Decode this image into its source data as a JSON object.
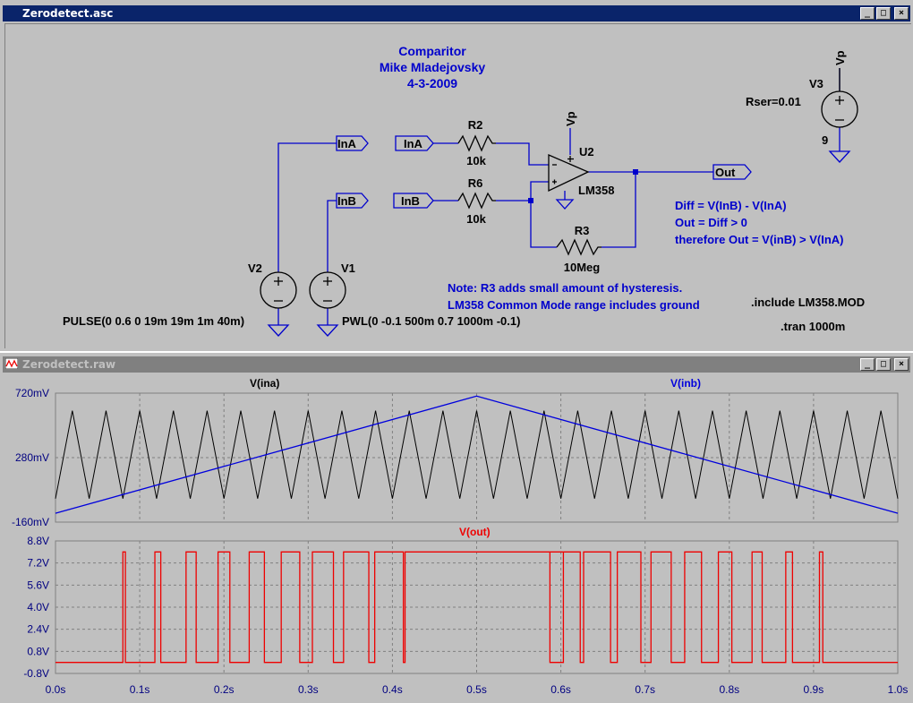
{
  "schematic_window": {
    "title": "Zerodetect.asc",
    "buttons": {
      "minimize": "_",
      "restore": "□",
      "close": "×"
    },
    "header": {
      "line1": "Comparitor",
      "line2": "Mike Mladejovsky",
      "line3": "4-3-2009"
    },
    "labels": {
      "flag_ina_left": "InA",
      "flag_inb_left": "InB",
      "flag_ina_right": "InA",
      "flag_inb_right": "InB",
      "flag_out": "Out",
      "r2": "R2",
      "r2_val": "10k",
      "r6": "R6",
      "r6_val": "10k",
      "r3": "R3",
      "r3_val": "10Meg",
      "u2": "U2",
      "u2_val": "LM358",
      "vp_op": "Vp",
      "vp_v3": "Vp",
      "v3": "V3",
      "v3_rser": "Rser=0.01",
      "v3_val": "9",
      "v2": "V2",
      "v1": "V1",
      "v2_spec": "PULSE(0 0.6 0 19m 19m 1m 40m)",
      "v1_spec": "PWL(0 -0.1 500m 0.7 1000m -0.1)",
      "diff1": "Diff = V(InB) - V(InA)",
      "diff2": "Out = Diff > 0",
      "diff3": "therefore Out = V(inB) > V(InA)",
      "note1": "Note: R3 adds small amount of hysteresis.",
      "note2": "LM358 Common Mode range includes ground",
      "include": ".include LM358.MOD",
      "tran": ".tran 1000m"
    }
  },
  "waveform_window": {
    "title": "Zerodetect.raw",
    "buttons": {
      "minimize": "_",
      "restore": "□",
      "close": "×"
    }
  },
  "colors": {
    "schematic_blue": "#0000cc",
    "trace_ina": "#000000",
    "trace_inb": "#0000dd",
    "trace_out": "#ee0000",
    "text_navy": "#000080"
  },
  "chart_data": [
    {
      "type": "line",
      "title": "",
      "xlabel": "",
      "ylabel": "",
      "xlim": [
        0,
        1.0
      ],
      "ylim": [
        -0.16,
        0.72
      ],
      "y_ticks": [
        "720mV",
        "280mV",
        "-160mV"
      ],
      "grid": true,
      "series": [
        {
          "name": "V(ina)",
          "color": "#000000",
          "x": [
            0,
            0.02,
            0.04,
            0.06,
            0.08,
            0.1,
            0.12,
            0.14,
            0.16,
            0.18,
            0.2,
            0.22,
            0.24,
            0.26,
            0.28,
            0.3,
            0.32,
            0.34,
            0.36,
            0.38,
            0.4,
            0.42,
            0.44,
            0.46,
            0.48,
            0.5,
            0.52,
            0.54,
            0.56,
            0.58,
            0.6,
            0.62,
            0.64,
            0.66,
            0.68,
            0.7,
            0.72,
            0.74,
            0.76,
            0.78,
            0.8,
            0.82,
            0.84,
            0.86,
            0.88,
            0.9,
            0.92,
            0.94,
            0.96,
            0.98,
            1.0
          ],
          "y": [
            0,
            0.6,
            0,
            0.6,
            0,
            0.6,
            0,
            0.6,
            0,
            0.6,
            0,
            0.6,
            0,
            0.6,
            0,
            0.6,
            0,
            0.6,
            0,
            0.6,
            0,
            0.6,
            0,
            0.6,
            0,
            0.6,
            0,
            0.6,
            0,
            0.6,
            0,
            0.6,
            0,
            0.6,
            0,
            0.6,
            0,
            0.6,
            0,
            0.6,
            0,
            0.6,
            0,
            0.6,
            0,
            0.6,
            0,
            0.6,
            0,
            0.6,
            0
          ]
        },
        {
          "name": "V(inb)",
          "color": "#0000dd",
          "x": [
            0,
            0.5,
            1.0
          ],
          "y": [
            -0.1,
            0.7,
            -0.1
          ]
        }
      ]
    },
    {
      "type": "line",
      "title": "",
      "xlabel": "",
      "ylabel": "",
      "xlim": [
        0,
        1.0
      ],
      "ylim": [
        -0.8,
        8.8
      ],
      "x_ticks": [
        "0.0s",
        "0.1s",
        "0.2s",
        "0.3s",
        "0.4s",
        "0.5s",
        "0.6s",
        "0.7s",
        "0.8s",
        "0.9s",
        "1.0s"
      ],
      "y_ticks": [
        "8.8V",
        "7.2V",
        "5.6V",
        "4.0V",
        "2.4V",
        "0.8V",
        "-0.8V"
      ],
      "grid": true,
      "series": [
        {
          "name": "V(out)",
          "color": "#ee0000",
          "high_intervals": [
            [
              0.08,
              0.083
            ],
            [
              0.118,
              0.125
            ],
            [
              0.155,
              0.167
            ],
            [
              0.193,
              0.207
            ],
            [
              0.23,
              0.248
            ],
            [
              0.268,
              0.29
            ],
            [
              0.305,
              0.33
            ],
            [
              0.342,
              0.372
            ],
            [
              0.379,
              0.413
            ],
            [
              0.415,
              0.603
            ],
            [
              0.587,
              0.623
            ],
            [
              0.627,
              0.659
            ],
            [
              0.667,
              0.695
            ],
            [
              0.707,
              0.731
            ],
            [
              0.747,
              0.767
            ],
            [
              0.787,
              0.803
            ],
            [
              0.827,
              0.839
            ],
            [
              0.867,
              0.875
            ],
            [
              0.907,
              0.911
            ]
          ],
          "high": 8.0,
          "low": 0.0
        }
      ]
    }
  ]
}
